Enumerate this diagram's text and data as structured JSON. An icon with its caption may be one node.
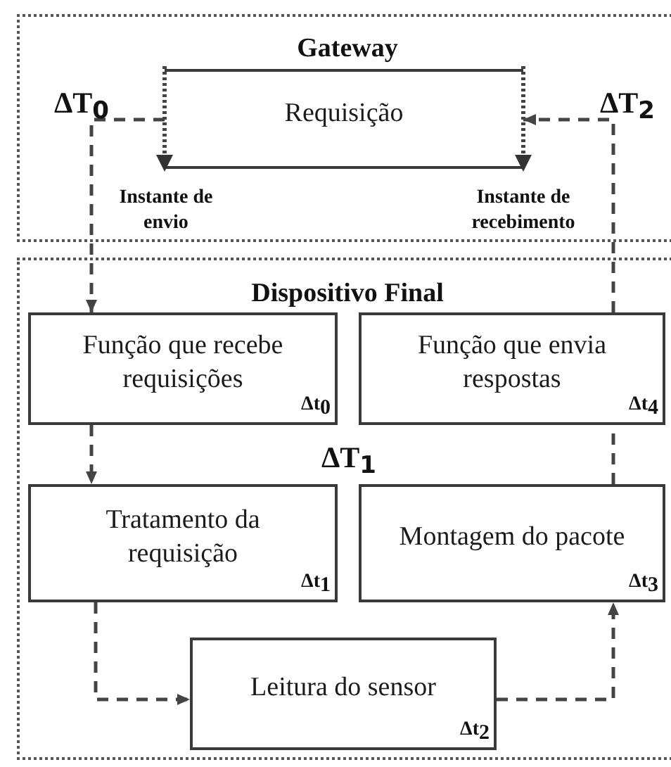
{
  "diagram": {
    "nodes": [
      {
        "text": [
          "Gateway"
        ]
      },
      {
        "text": [
          "Requisição"
        ],
        "in": 0
      },
      {
        "text": [
          "Dispositivo Final"
        ]
      },
      {
        "text": [
          "Função que recebe requisições",
          "Δt$_{0}$"
        ],
        "in": 2
      },
      {
        "text": [
          "Função que envia respostas",
          "Δt$_{4}$"
        ],
        "in": 2
      },
      {
        "text": [
          "Tratamento da requisição",
          "Δt$_{1}$"
        ],
        "in": 2
      },
      {
        "text": [
          "Montagem do pacote",
          "Δt$_{3}$"
        ],
        "in": 2
      },
      {
        "text": [
          "Leitura do sensor",
          "Δt$_{2}$"
        ],
        "in": 2
      }
    ],
    "edges": [
      {
        "from": 1,
        "to": 3,
        "arrow": "to",
        "style": "dashed"
      },
      {
        "from": 3,
        "to": 5,
        "arrow": "to",
        "style": "dashed"
      },
      {
        "from": 5,
        "to": 7,
        "arrow": "to",
        "style": "dashed"
      },
      {
        "from": 7,
        "to": 6,
        "arrow": "to",
        "style": "dashed"
      },
      {
        "from": 6,
        "to": 4,
        "arrow": "to",
        "style": "dashed"
      },
      {
        "from": 4,
        "to": 1,
        "arrow": "to",
        "style": "dashed"
      }
    ],
    "labels": [
      "ΔT$_{0}$",
      "ΔT$_{2}$",
      "Instante de envio",
      "Instante de recebimento",
      "ΔT$_{1}$"
    ]
  }
}
